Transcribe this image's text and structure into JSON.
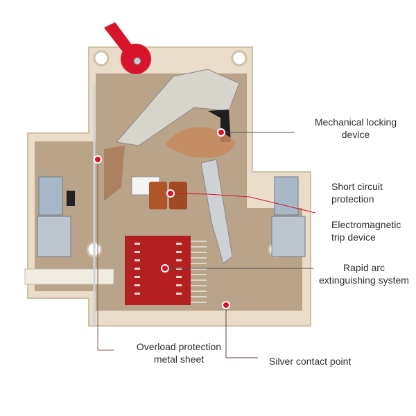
{
  "title": "Miniature circuit breaker internal structure",
  "colors": {
    "housing": "#e9dcc8",
    "housing_inner": "#b9a489",
    "handle_red": "#d8142b",
    "arc_chute_red": "#b3201f",
    "copper_coil": "#b0542a",
    "steel": "#b9c3cc",
    "leader_line": "#555555",
    "marker_dot": "#d8142b",
    "text": "#2e2e2e"
  },
  "callouts": [
    {
      "id": "mechanical-locking",
      "lines": [
        "Mechanical locking",
        "device"
      ]
    },
    {
      "id": "short-circuit",
      "lines": [
        "Short circuit",
        "protection"
      ]
    },
    {
      "id": "electromagnetic-trip",
      "lines": [
        "Electromagnetic",
        "trip device"
      ]
    },
    {
      "id": "rapid-arc",
      "lines": [
        "Rapid arc",
        "extinguishing system"
      ]
    },
    {
      "id": "overload-sheet",
      "lines": [
        "Overload protection",
        "metal sheet"
      ]
    },
    {
      "id": "silver-contact",
      "lines": [
        "Silver contact point"
      ]
    }
  ]
}
